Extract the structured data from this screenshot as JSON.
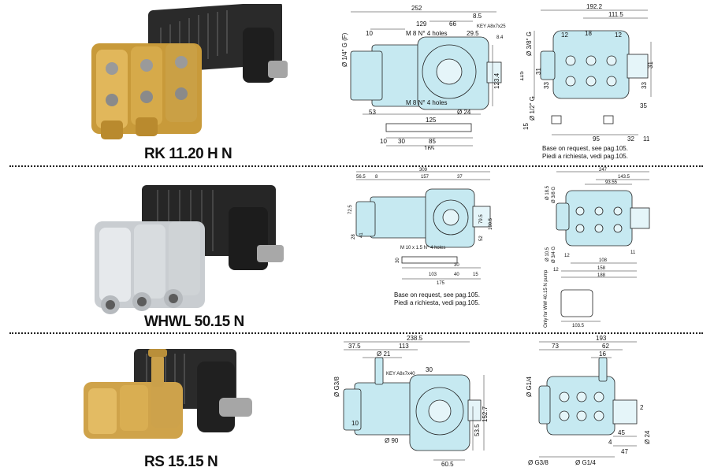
{
  "rows": [
    {
      "model": "RK 11.20 H N",
      "finish": "brass",
      "front_dims": [
        "252",
        "8.5",
        "129",
        "66",
        "10",
        "M 8 N° 4 holes",
        "29.5",
        "KEY A8x7x25",
        "8.4",
        "Ø 1/4\" G (F)",
        "123.4",
        "M 8 N° 4 holes",
        "53",
        "Ø 24",
        "125",
        "10",
        "30",
        "85",
        "165"
      ],
      "side_dims": [
        "192.2",
        "111.5",
        "12",
        "18",
        "12",
        "Ø 3/8\" G",
        "115",
        "31",
        "33",
        "33",
        "31",
        "Ø 1/2\" G",
        "35",
        "15",
        "95",
        "32",
        "11"
      ],
      "note_line1": "Base on request, see pag.105.",
      "note_line2": "Piedi a richiesta, vedi pag.105."
    },
    {
      "model": "WHWL 50.15 N",
      "finish": "nickel",
      "front_dims": [
        "309",
        "56.5",
        "8",
        "157",
        "37",
        "72.5",
        "79.5",
        "100.5",
        "41",
        "28",
        "52",
        "M 10 x 1.5 N° 4 holes",
        "30",
        "30",
        "103",
        "40",
        "15",
        "175"
      ],
      "side_dims": [
        "247",
        "143.5",
        "93.55",
        "Ø 18.5",
        "Ø 3/8 G",
        "Ø 10.5",
        "Ø 3/4 G",
        "12",
        "11",
        "108",
        "12",
        "158",
        "188",
        "Only for WW 40.15 N pump",
        "103.5"
      ],
      "note_line1": "Base on request, see pag.105.",
      "note_line2": "Piedi a richiesta, vedi pag.105."
    },
    {
      "model": "RS 15.15 N",
      "finish": "brass",
      "front_dims": [
        "238.5",
        "37.5",
        "113",
        "Ø 21",
        "30",
        "KEY A8x7x40",
        "Ø G3/8",
        "10",
        "152.7",
        "53.5",
        "Ø 90",
        "60.5"
      ],
      "side_dims": [
        "193",
        "73",
        "62",
        "16",
        "Ø G1/4",
        "2",
        "45",
        "Ø 24",
        "4",
        "47",
        "Ø G3/8",
        "Ø G1/4"
      ]
    }
  ]
}
